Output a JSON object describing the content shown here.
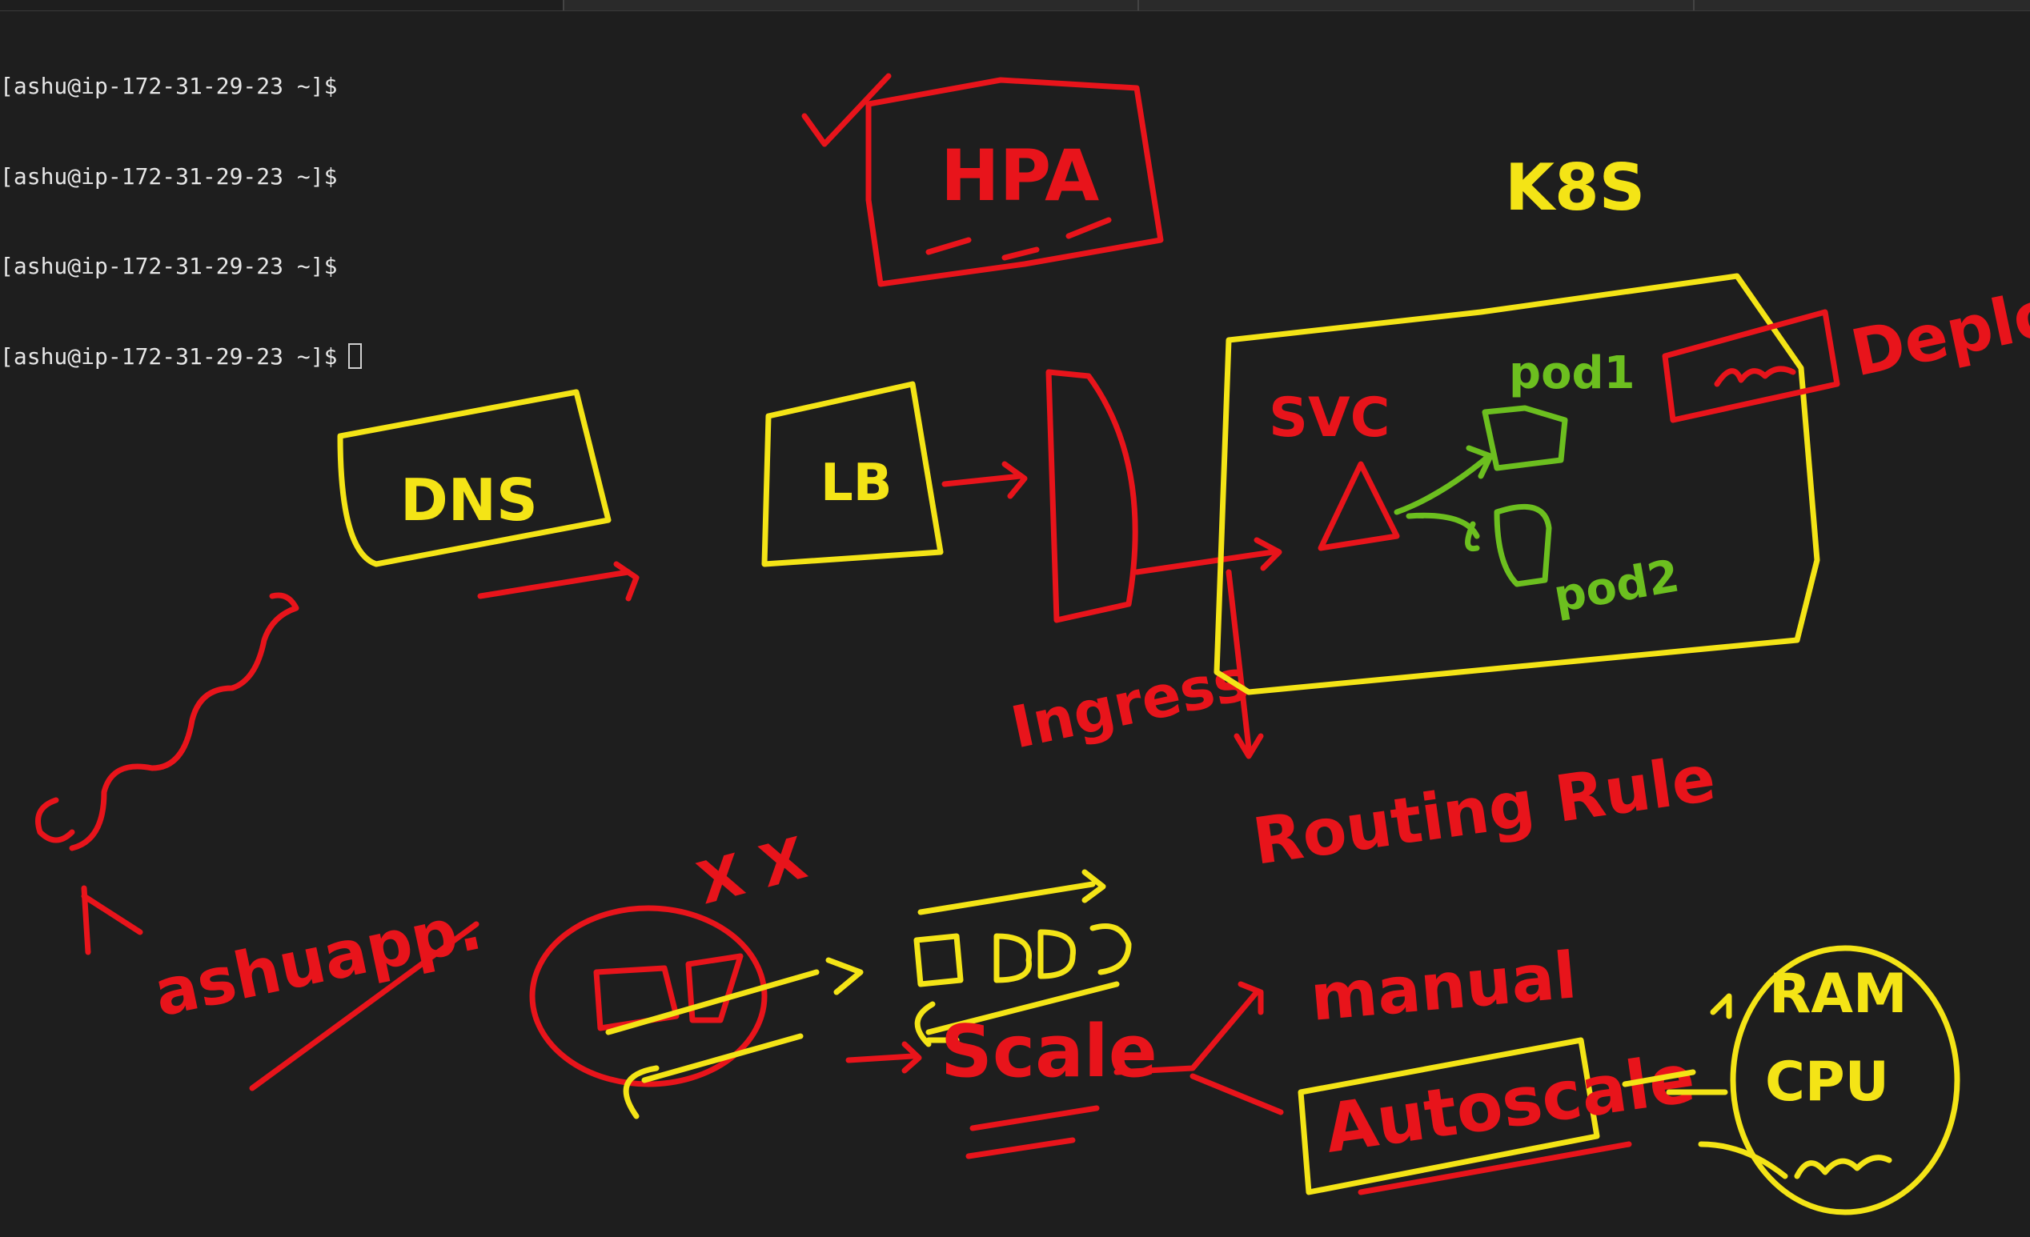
{
  "terminal": {
    "lines": [
      "[ashu@ip-172-31-29-23 ~]$",
      "[ashu@ip-172-31-29-23 ~]$",
      "[ashu@ip-172-31-29-23 ~]$",
      "[ashu@ip-172-31-29-23 ~]$"
    ]
  },
  "annotations": {
    "hpa": "HPA",
    "k8s": "K8S",
    "dns": "DNS",
    "lb": "LB",
    "svc": "SVC",
    "pod1": "pod1",
    "pod2": "pod2",
    "deploy": "Deploy",
    "ingress": "Ingress",
    "routing_rule": "Routing Rule",
    "ashu": "ashuapp.",
    "xx": "X X",
    "scale": "Scale",
    "manual": "manual",
    "autoscale": "Autoscale",
    "ram": "RAM",
    "cpu": "CPU"
  },
  "colors": {
    "background": "#1e1e1e",
    "terminal_text": "#e6e6e6",
    "ink_red": "#e8141b",
    "ink_yellow": "#f4e416",
    "ink_green": "#6cbf1f"
  }
}
